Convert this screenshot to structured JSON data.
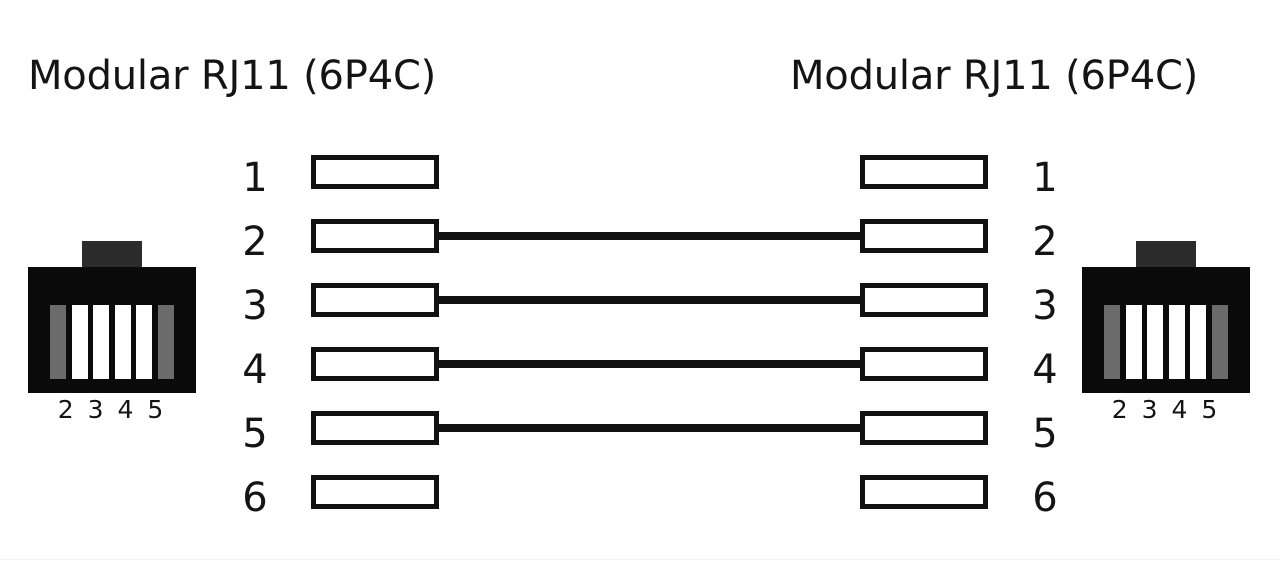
{
  "diagram": {
    "type": "rj11-straight-through-wiring-diagram",
    "background_color": "#ffffff",
    "line_color": "#111111",
    "connector_body_color": "#0a0a0a",
    "connector_tab_color": "#2b2b2b",
    "connector_slot_gray": "#6b6b6b",
    "connector_slot_white": "#ffffff"
  },
  "titles": {
    "left": "Modular RJ11 (6P4C)",
    "right": "Modular RJ11 (6P4C)"
  },
  "left_connector": {
    "caption": "2 3 4 5",
    "slots": [
      "gray",
      "white",
      "white",
      "white",
      "white",
      "gray"
    ]
  },
  "right_connector": {
    "caption": "2 3 4 5",
    "slots": [
      "gray",
      "white",
      "white",
      "white",
      "white",
      "gray"
    ]
  },
  "pins": {
    "left_labels": [
      "1",
      "2",
      "3",
      "4",
      "5",
      "6"
    ],
    "right_labels": [
      "1",
      "2",
      "3",
      "4",
      "5",
      "6"
    ]
  },
  "connections": [
    {
      "from": "2",
      "to": "2",
      "connected": true
    },
    {
      "from": "3",
      "to": "3",
      "connected": true
    },
    {
      "from": "4",
      "to": "4",
      "connected": true
    },
    {
      "from": "5",
      "to": "5",
      "connected": true
    }
  ],
  "unconnected_pins": [
    "1",
    "6"
  ]
}
